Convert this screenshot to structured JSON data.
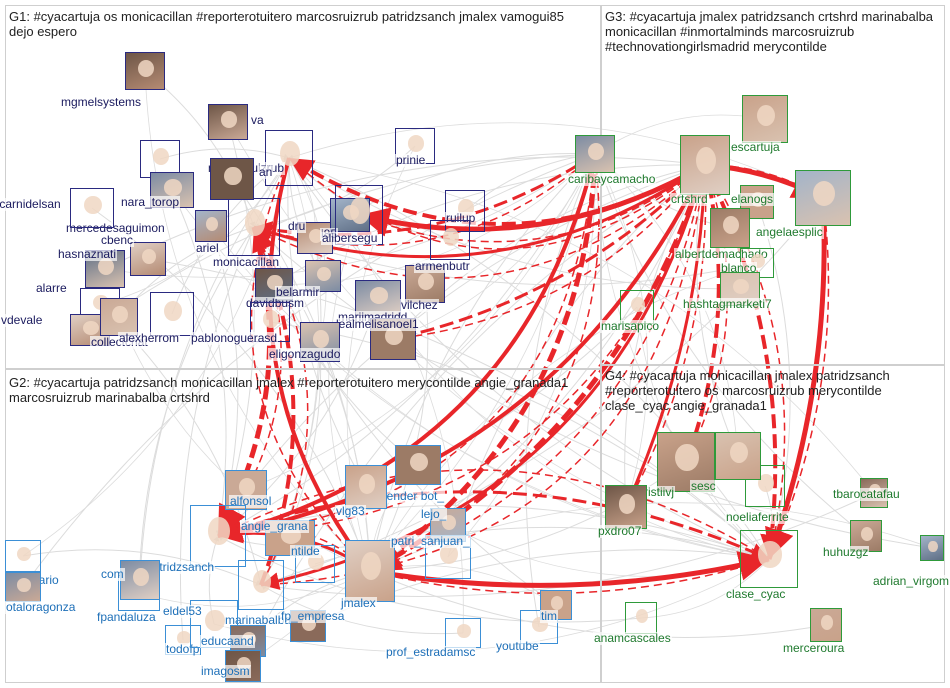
{
  "groups": [
    {
      "id": "g1",
      "title": "G1: #cyacartuja os monicacillan #reporterotuitero marcosruizrub patridzsanch jmalex vamogui85 dejo espero"
    },
    {
      "id": "g2",
      "title": "G2: #cyacartuja patridzsanch monicacillan jmalex #reporterotuitero merycontilde angie_granada1 marcosruizrub marinabalba crtshrd"
    },
    {
      "id": "g3",
      "title": "G3: #cyacartuja jmalex patridzsanch crtshrd marinabalba monicacillan #inmortalminds marcosruizrub #technovationgirlsmadrid merycontilde"
    },
    {
      "id": "g4",
      "title": "G4: #cyacartuja monicacillan jmalex patridzsanch #reporterotuitero os marcosruizrub merycontilde clase_cyac angie_granada1"
    }
  ],
  "nodes": {
    "g1": [
      "mgmelsystems",
      "mercedesaguimon",
      "nara_torop",
      "encarnidelsan",
      "hasnaznati",
      "cbenc",
      "alarre",
      "vdevale",
      "collectchat",
      "alexherrom",
      "ariel",
      "monicacillan",
      "davidbusm",
      "marcosruizrub",
      "dru",
      "i85",
      "alibersegu",
      "belarmir",
      "mariimadridd",
      "vilchez",
      "lealmelisanoel1",
      "pablonoguerasd",
      "eligonzagudo",
      "ruilup",
      "prinie",
      "armenbutr",
      "va",
      "an"
    ],
    "g2": [
      "alfonsol",
      "patridzsanch",
      "marinabalba",
      "jmalex",
      "bender bot_",
      "vlg83",
      "lejo_",
      "angie_grana",
      "patri_sanjuan_",
      "ntilde",
      "moadiario",
      "otaloragonza",
      "fpandaluza",
      "todofp",
      "eldel53",
      "educaand",
      "imagosm",
      "fp_empresa",
      "prof_estradamsc",
      "youtube",
      "tim",
      "com"
    ],
    "g3": [
      "caribaycamacho",
      "crtshrd",
      "escartuja",
      "elanogs",
      "angelaesplic",
      "albertdemachado",
      "blanco",
      "hashtagmarketi7",
      "marisapico"
    ],
    "g4": [
      "cristiivj",
      "pxdro07",
      "noeliaferrite",
      "tbarocatafau",
      "huhuzgz",
      "adrian_virgom",
      "clase_cyac",
      "anamcascales",
      "merceroura",
      "sesc"
    ]
  },
  "edge_style": {
    "primary": "#e8262a",
    "secondary": "#dcdcdc"
  }
}
